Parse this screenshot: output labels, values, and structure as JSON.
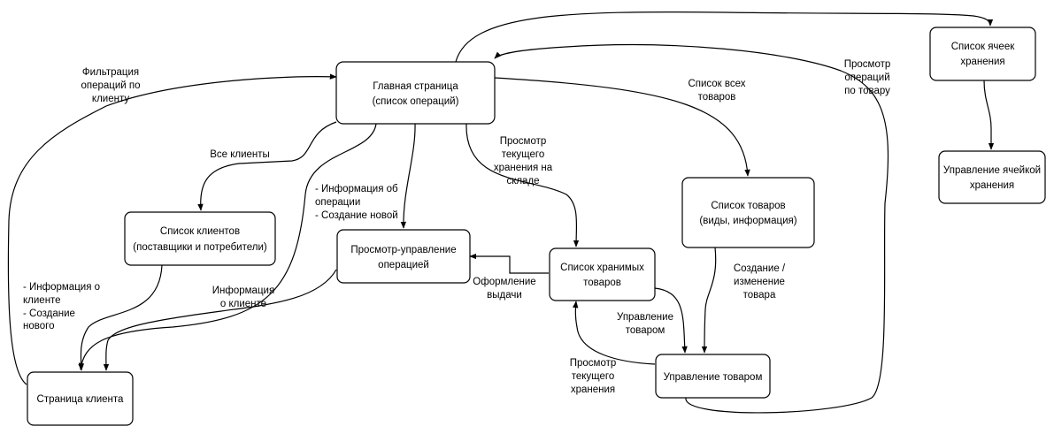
{
  "nodes": {
    "main": {
      "lines": [
        "Главная страница",
        "(список операций)"
      ]
    },
    "clients": {
      "lines": [
        "Список клиентов",
        "(поставщики и потребители)"
      ]
    },
    "op_view": {
      "lines": [
        "Просмотр-управление",
        "операцией"
      ]
    },
    "stored": {
      "lines": [
        "Список хранимых",
        "товаров"
      ]
    },
    "goods": {
      "lines": [
        "Список товаров",
        "(виды, информация)"
      ]
    },
    "cells": {
      "lines": [
        "Список ячеек",
        "хранения"
      ]
    },
    "cell_mgmt": {
      "lines": [
        "Управление ячейкой",
        "хранения"
      ]
    },
    "client_page": {
      "lines": [
        "Страница клиента"
      ]
    },
    "goods_mgmt": {
      "lines": [
        "Управление товаром"
      ]
    }
  },
  "edge_labels": {
    "filter": {
      "lines": [
        "Фильтрация",
        "операций по",
        "клиенту"
      ]
    },
    "all_clients": {
      "lines": [
        "Все клиенты"
      ]
    },
    "op_info": {
      "lines": [
        "- Информация об",
        "операции",
        "- Создание новой"
      ]
    },
    "current_stock": {
      "lines": [
        "Просмотр",
        "текущего",
        "хранения на",
        "складе"
      ]
    },
    "all_goods": {
      "lines": [
        "Список всех",
        "товаров"
      ]
    },
    "view_by_goods": {
      "lines": [
        "Просмотр",
        "операций",
        "по товару"
      ]
    },
    "client_info": {
      "lines": [
        "- Информация о",
        "клиенте",
        "- Создание",
        "нового"
      ]
    },
    "about_client": {
      "lines": [
        "Информация",
        "о клиенте"
      ]
    },
    "issue": {
      "lines": [
        "Оформление",
        "выдачи"
      ]
    },
    "manage_goods": {
      "lines": [
        "Управление",
        "товаром"
      ]
    },
    "create_edit": {
      "lines": [
        "Создание /",
        "изменение",
        "товара"
      ]
    },
    "view_current": {
      "lines": [
        "Просмотр",
        "текущего",
        "хранения"
      ]
    }
  }
}
